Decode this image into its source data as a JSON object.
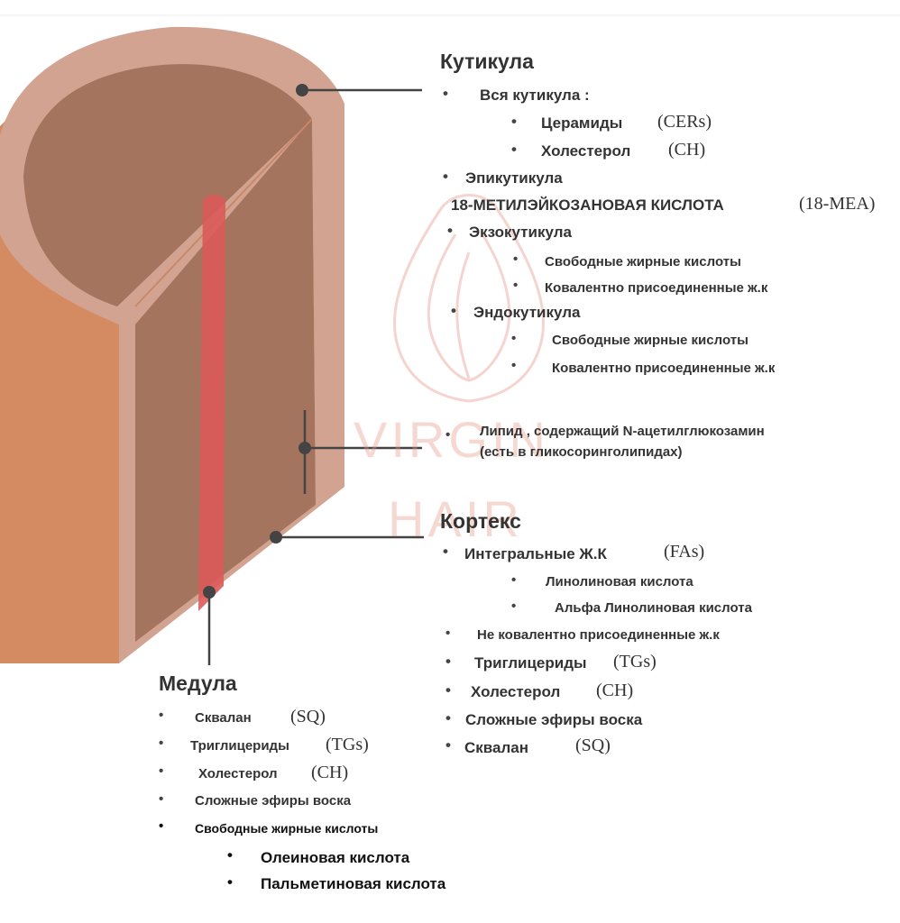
{
  "watermark": {
    "line1": "VIRGIN",
    "line2": "HAIR"
  },
  "cuticle": {
    "title": "Кутикула",
    "whole": "Вся кутикула :",
    "ceramides": "Церамиды",
    "ceramides_abbr": "(CERs)",
    "cholesterol": "Холестерол",
    "cholesterol_abbr": "(CH)",
    "epicuticle": "Эпикутикула",
    "mea": "18-МЕТИЛЭЙКОЗАНОВАЯ КИСЛОТА",
    "mea_abbr": "(18-MEA)",
    "exocuticle": "Экзокутикула",
    "exo_ffa": "Свободные жирные кислоты",
    "exo_cov": "Ковалентно присоединенные ж.к",
    "endocuticle": "Эндокутикула",
    "endo_ffa": "Свободные жирные кислоты",
    "endo_cov": "Ковалентно присоединенные ж.к"
  },
  "lipid": {
    "line1": "Липид , содержащий N-ацетилглюкозамин",
    "line2": "(есть в гликосоринголипидах)"
  },
  "cortex": {
    "title": "Кортекс",
    "integral": "Интегральные Ж.К",
    "integral_abbr": "(FAs)",
    "linoleic": "Линолиновая кислота",
    "alpha": "Альфа Линолиновая кислота",
    "noncov": "Не ковалентно присоединенные ж.к",
    "tg": "Триглицериды",
    "tg_abbr": "(TGs)",
    "ch": "Холестерол",
    "ch_abbr": "(CH)",
    "wax": "Сложные эфиры воска",
    "sq": "Сквалан",
    "sq_abbr": "(SQ)"
  },
  "medulla": {
    "title": "Медула",
    "sq": "Сквалан",
    "sq_abbr": "(SQ)",
    "tg": "Триглицериды",
    "tg_abbr": "(TGs)",
    "ch": "Холестерол",
    "ch_abbr": "(CH)",
    "wax": "Сложные эфиры воска",
    "ffa": "Свободные жирные кислоты",
    "oleic": "Олеиновая кислота",
    "palmitic": "Пальметиновая кислота"
  },
  "colors": {
    "outer_skin": "#d2a390",
    "inner_brown": "#a4745e",
    "side_orange": "#d58b62",
    "medulla_red": "#dc5a5a",
    "text": "#333333",
    "pointer": "#444444"
  }
}
